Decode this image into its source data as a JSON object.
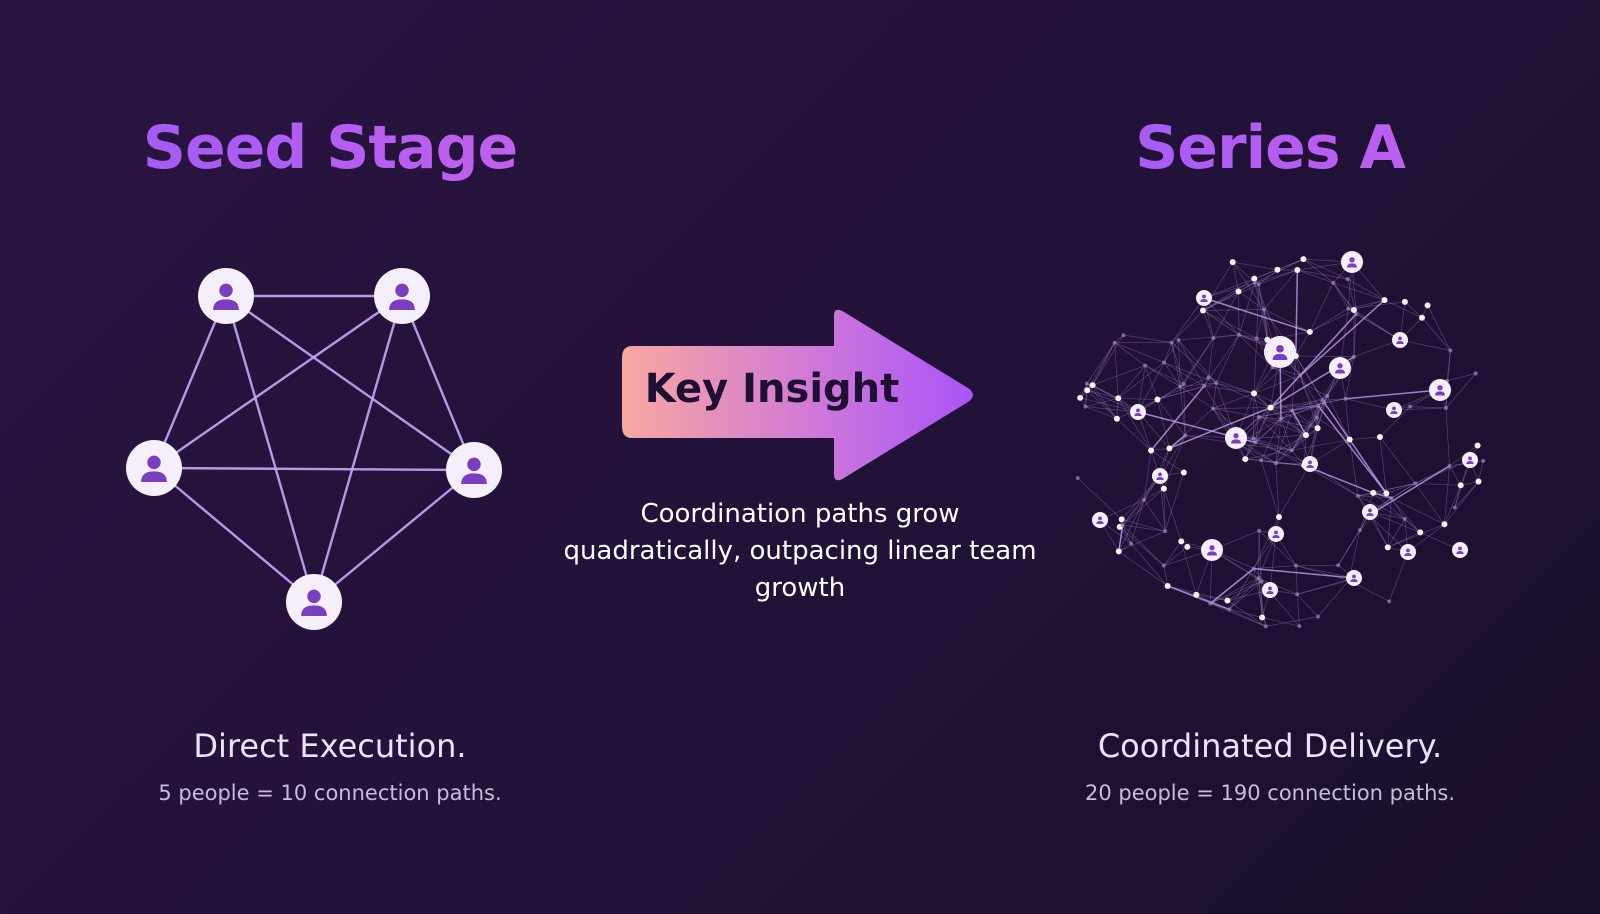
{
  "stages": {
    "seed": {
      "title": "Seed Stage",
      "caption_title": "Direct Execution.",
      "caption_detail": "5 people = 10 connection paths."
    },
    "series_a": {
      "title": "Series A",
      "caption_title": "Coordinated Delivery.",
      "caption_detail": "20 people = 190 connection paths."
    }
  },
  "insight": {
    "label": "Key Insight",
    "text": "Coordination paths grow quadratically, outpacing linear team growth"
  },
  "colors": {
    "title_gradient": [
      "#9b5cf6",
      "#c263e8"
    ],
    "edge": "#c9a6f7",
    "node_fill": "#f4effa",
    "person_icon": "#7a3fc0",
    "arrow_gradient": [
      "#f9a8a0",
      "#c26de0",
      "#a855f7"
    ],
    "background": [
      "#2a1540",
      "#1a0f2c"
    ]
  },
  "icons": {
    "node": "person-icon",
    "arrow": "arrow-right-icon"
  }
}
